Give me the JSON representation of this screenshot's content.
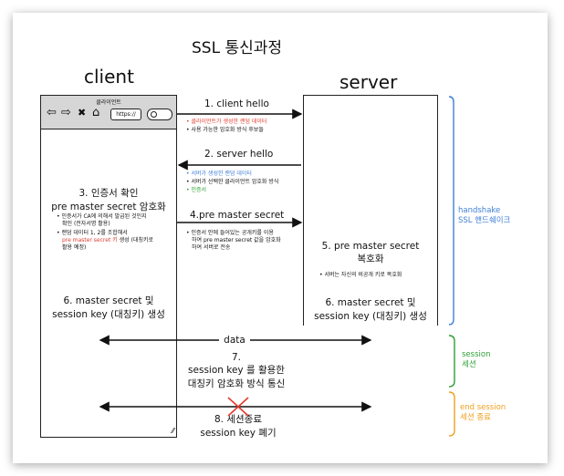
{
  "title": "SSL 통신과정",
  "client_label": "client",
  "server_label": "server",
  "browser": {
    "tab_label": "클라이언트",
    "back_icon": "⇦",
    "forward_icon": "⇨",
    "close_icon": "✖",
    "home_icon": "⌂",
    "url_text": "https://"
  },
  "step1": {
    "label": "1. client hello",
    "notes": [
      "클라이언트가 생성한 랜덤 데이터",
      "사용 가능한 암호화 방식 후보들"
    ]
  },
  "step2": {
    "label": "2. server hello",
    "notes": [
      "서버가 생성한 랜덤 데이터",
      "서버가 선택한 클라이언트 암호화 방식",
      "인증서"
    ]
  },
  "step3": {
    "line1": "3. 인증서 확인",
    "line2": "pre master secret 암호화",
    "note1a": "인증서가 CA에 의해서 발급된 것인지",
    "note1b": "확인 (전자서명 활용)",
    "note2a": "랜덤 데이터 1, 2를 조합해서",
    "note2b_red": "pre master secret 키",
    "note2b_rest": " 생성 (대칭키로",
    "note2c": "활용 예정)"
  },
  "step4": {
    "label": "4.pre master secret",
    "note1": "인증서 안에 들어있는 공개키를 이용",
    "note2": "하여 pre master secret 값을 암호화",
    "note3": "하여 서버로 전송"
  },
  "step5": {
    "line1": "5. pre master secret",
    "line2": "복호화",
    "note": "서버는 자신의 비공개 키로 복호화"
  },
  "step6_client": {
    "line1": "6. master secret 및",
    "line2": "session key (대칭키) 생성"
  },
  "step6_server": {
    "line1": "6. master secret 및",
    "line2": "session key (대칭키) 생성"
  },
  "data_label": "data",
  "step7": {
    "line1": "7.",
    "line2": "session key 를 활용한",
    "line3": "대칭키 암호화 방식 통신"
  },
  "step8": {
    "line1": "8. 세션종료",
    "line2": "session key 폐기"
  },
  "phases": {
    "handshake": {
      "line1": "handshake",
      "line2": "SSL 핸드쉐이크",
      "color": "#3f7fd6"
    },
    "session": {
      "line1": "session",
      "line2": "세션",
      "color": "#2e9e35"
    },
    "end_session": {
      "line1": "end session",
      "line2": "세션 종료",
      "color": "#f0a020"
    }
  }
}
